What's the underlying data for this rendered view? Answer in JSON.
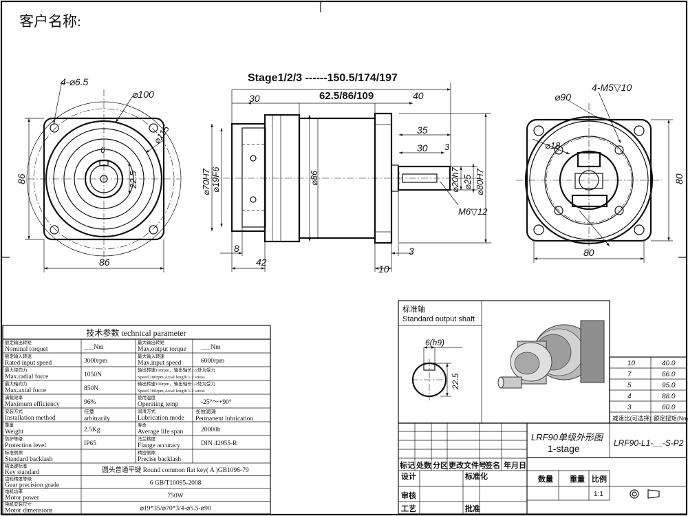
{
  "customer_label": "客户名称:",
  "dims": {
    "stage_total": "Stage1/2/3 ------150.5/174/197",
    "stage_mid": "62.5/86/109",
    "len_30_top": "30",
    "len_40": "40",
    "len_35": "35",
    "len_30_shaft": "30",
    "len_3_top": "3",
    "len_8": "8",
    "len_42": "42",
    "len_3_bottom": "3",
    "len_10": "10",
    "dia_70h7": "⌀70H7",
    "dia_19f6": "⌀19F6",
    "dia_86": "⌀86",
    "dia_20h7": "⌀20h7",
    "dia_25": "⌀25",
    "dia_80h7": "⌀80H7",
    "thread_m6": "M6▽12",
    "left_holes": "4-⌀6.5",
    "left_pcd": "⌀100",
    "left_115": "⌀115",
    "left_6": "6",
    "left_225": "22.5",
    "left_86_v": "86",
    "left_86_h": "86",
    "right_90": "⌀90",
    "right_holes": "4-M5▽10",
    "right_18": "⌀18",
    "right_80_v": "80",
    "right_80_h": "80"
  },
  "param_table": {
    "title": "技术参数   technical parameter",
    "rows": [
      {
        "l1_cn": "额定输出转矩",
        "l1_en": "Nominal torquet",
        "v1": "___Nm",
        "l2_cn": "最大输出转矩",
        "l2_en": "Max.output torque",
        "v2": "___Nm"
      },
      {
        "l1_cn": "额定输入转速",
        "l1_en": "Rated input speed",
        "v1": "3000rpm",
        "l2_cn": "最大输入转速",
        "l2_en": "Max.input speed",
        "v2": "6000rpm"
      },
      {
        "l1_cn": "最大径向力",
        "l1_en": "Max.radial force",
        "v1": "1050N",
        "l2_cn": "输出转速100rpm，输出轴长1/2处为受力",
        "l2_en": "Speed 100rpm,Axial length 1/2 stress",
        "v2": ""
      },
      {
        "l1_cn": "最大轴向力",
        "l1_en": "Max.axial force",
        "v1": "850N",
        "l2_cn": "输出转速100rpm，输出轴长1/2处为受力",
        "l2_en": "Speed 100rpm,Axial length 1/2 stress",
        "v2": ""
      },
      {
        "l1_cn": "满载效率",
        "l1_en": "Maximum efficiency",
        "v1": "96%",
        "l2_cn": "使用温度",
        "l2_en": "Operating temp",
        "v2": "-25°～+90°"
      },
      {
        "l1_cn": "安装方式",
        "l1_en": "Installation method",
        "v1": "任意\narbitrarily",
        "l2_cn": "润滑方式",
        "l2_en": "Lubrication mode",
        "v2": "长效润滑\nPermanent lubrication"
      },
      {
        "l1_cn": "重量",
        "l1_en": "Weight",
        "v1": "2.5Kg",
        "l2_cn": "寿命",
        "l2_en": "Average life span",
        "v2": "20000h"
      },
      {
        "l1_cn": "防护等级",
        "l1_en": "Protection level",
        "v1": "IP65",
        "l2_cn": "法兰精度",
        "l2_en": "Flange accuracy",
        "v2": "DIN 42955-R"
      },
      {
        "l1_cn": "标准侧隙",
        "l1_en": "Standard backlash",
        "v1": "",
        "l2_cn": "精密侧隙",
        "l2_en": "Precise backlash",
        "v2": ""
      }
    ],
    "key_cn": "输出键标准",
    "key_en": "Key standard",
    "key_value": "圆头普通平键  Round common flat key( A )GB1096-79",
    "gear_cn": "齿轮精度等级",
    "gear_en": "Gear precision grade",
    "gear_value": "6 GB/T10095-2008",
    "power_cn": "电机功率",
    "power_en": "Motor power",
    "power_value": "750W",
    "motor_cn": "电机安装尺寸",
    "motor_en": "Motor  dimensions",
    "motor_value": "⌀19*35/⌀70*3/4-⌀5.5-⌀90"
  },
  "shaft_panel": {
    "title_cn": "标准轴",
    "title_en": "Standard output shaft",
    "key_width": "6(h9)",
    "key_height": "22.5"
  },
  "ratio_table": {
    "rows": [
      {
        "ratio": "10",
        "torque": "40.0"
      },
      {
        "ratio": "7",
        "torque": "66.0"
      },
      {
        "ratio": "5",
        "torque": "95.0"
      },
      {
        "ratio": "4",
        "torque": "88.0"
      },
      {
        "ratio": "3",
        "torque": "60.0"
      }
    ],
    "head_ratio": "减速比(可选择)",
    "head_torque": "额定扭矩(Nm)"
  },
  "title_block": {
    "drawing_name": "LRF90单级外形图",
    "stage": "1-stage",
    "model": "LRF90-L1-__-S-P2",
    "labels": [
      "标记",
      "处数",
      "分区",
      "更改文件号",
      "签名",
      "年月日"
    ],
    "design": "设计",
    "standardize": "标准化",
    "review": "审核",
    "process": "工艺",
    "approve": "批准",
    "qty": "数量",
    "weight": "重量",
    "scale": "比例",
    "scale_value": "1:1"
  }
}
